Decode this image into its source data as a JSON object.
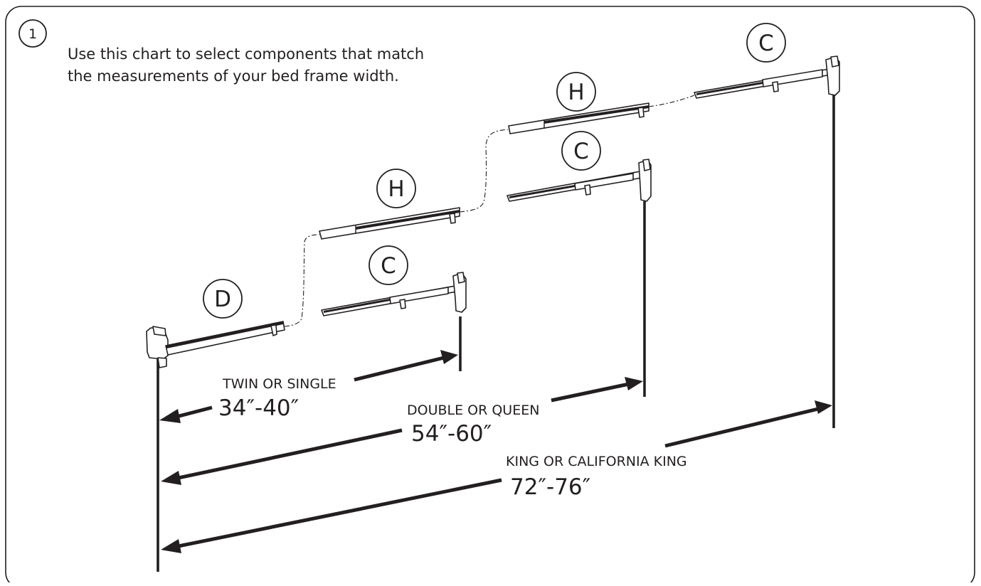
{
  "step_number": "1",
  "instruction": {
    "line1": "Use this chart to select components that match",
    "line2": "the measurements of your bed frame width."
  },
  "components": {
    "D": "D",
    "H_lower": "H",
    "C_lower": "C",
    "H_upper": "H",
    "C_middle": "C",
    "C_top": "C"
  },
  "sizes": [
    {
      "name": "TWIN OR SINGLE",
      "range": "34″-40″"
    },
    {
      "name": "DOUBLE OR QUEEN",
      "range": "54″-60″"
    },
    {
      "name": "KING OR CALIFORNIA KING",
      "range": "72″-76″"
    }
  ],
  "colors": {
    "ink": "#231f20",
    "background": "#ffffff"
  }
}
